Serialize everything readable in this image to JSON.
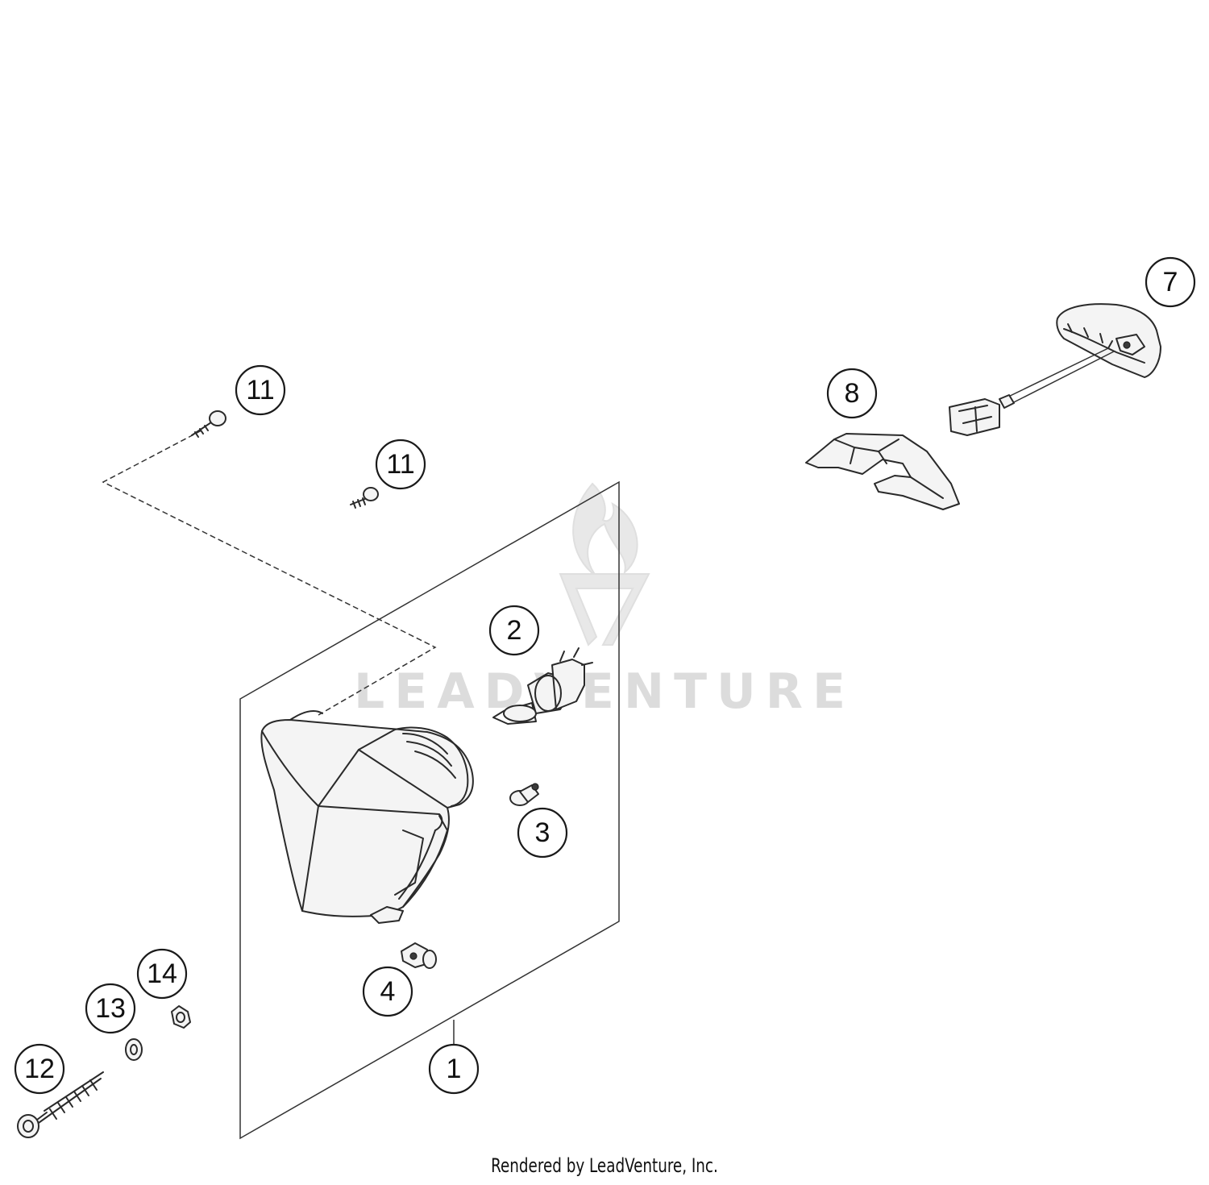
{
  "callouts": {
    "c1": "1",
    "c2": "2",
    "c3": "3",
    "c4": "4",
    "c7": "7",
    "c8": "8",
    "c11a": "11",
    "c11b": "11",
    "c12": "12",
    "c13": "13",
    "c14": "14"
  },
  "watermark": "LEADVENTURE",
  "credit": "Rendered by LeadVenture, Inc."
}
